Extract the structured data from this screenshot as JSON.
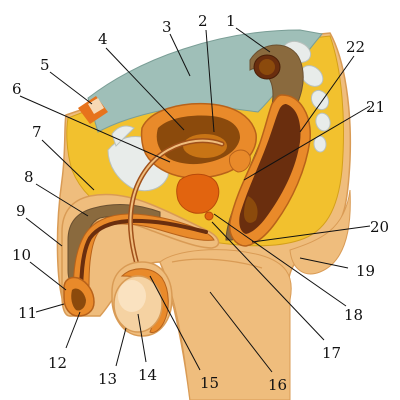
{
  "diagram": {
    "type": "anatomical-cross-section",
    "colors": {
      "background": "#ffffff",
      "body_skin": "#efbd7d",
      "fat_yellow": "#f2c12e",
      "cavity_teal": "#9fbfb8",
      "bladder_orange": "#e98a2a",
      "bladder_lumen": "#8b4a0c",
      "tissue_brown": "#8a6a3e",
      "rectum_dark": "#6a2e0e",
      "gland_orange": "#e2640f",
      "bone_white": "#e8ecea",
      "duct_outline": "#a0501a",
      "label_text": "#111111"
    },
    "labels": [
      {
        "id": "1",
        "text": "1"
      },
      {
        "id": "2",
        "text": "2"
      },
      {
        "id": "3",
        "text": "3"
      },
      {
        "id": "4",
        "text": "4"
      },
      {
        "id": "5",
        "text": "5"
      },
      {
        "id": "6",
        "text": "6"
      },
      {
        "id": "7",
        "text": "7"
      },
      {
        "id": "8",
        "text": "8"
      },
      {
        "id": "9",
        "text": "9"
      },
      {
        "id": "10",
        "text": "10"
      },
      {
        "id": "11",
        "text": "11"
      },
      {
        "id": "12",
        "text": "12"
      },
      {
        "id": "13",
        "text": "13"
      },
      {
        "id": "14",
        "text": "14"
      },
      {
        "id": "15",
        "text": "15"
      },
      {
        "id": "16",
        "text": "16"
      },
      {
        "id": "17",
        "text": "17"
      },
      {
        "id": "18",
        "text": "18"
      },
      {
        "id": "19",
        "text": "19"
      },
      {
        "id": "20",
        "text": "20"
      },
      {
        "id": "21",
        "text": "21"
      },
      {
        "id": "22",
        "text": "22"
      }
    ]
  }
}
